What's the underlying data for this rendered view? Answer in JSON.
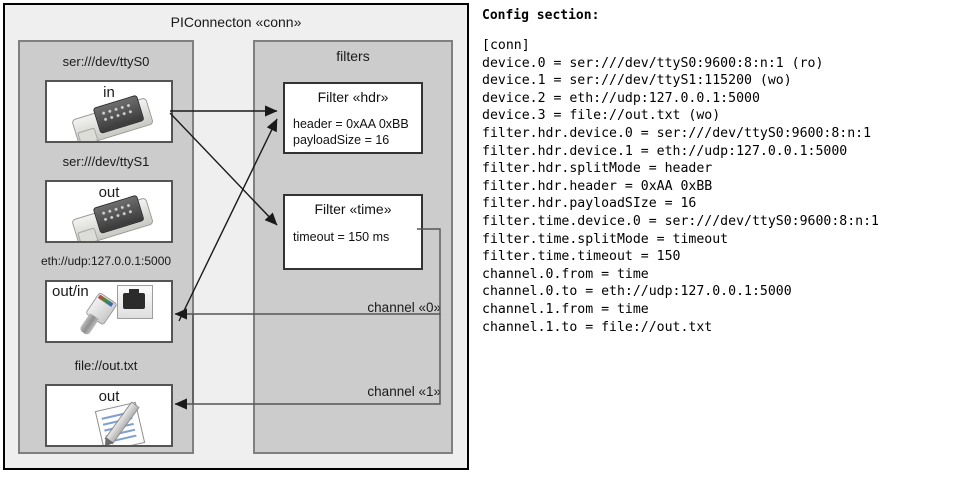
{
  "diagram": {
    "title": "PIConnecton «conn»",
    "devices_panel": {
      "entries": [
        {
          "label": "ser:///dev/ttyS0",
          "box_text": "in",
          "icon": "serial-port-icon"
        },
        {
          "label": "ser:///dev/ttyS1",
          "box_text": "out",
          "icon": "serial-port-icon"
        },
        {
          "label": "eth://udp:127.0.0.1:5000",
          "box_text": "out/in",
          "icon": "ethernet-plug-icon"
        },
        {
          "label": "file://out.txt",
          "box_text": "out",
          "icon": "text-file-icon"
        }
      ]
    },
    "filters_panel": {
      "title": "filters",
      "filters": [
        {
          "title": "Filter «hdr»",
          "props": [
            "header = 0xAA 0xBB",
            "payloadSize = 16"
          ]
        },
        {
          "title": "Filter «time»",
          "props": [
            "timeout = 150 ms"
          ]
        }
      ],
      "channels": [
        {
          "label": "channel «0»"
        },
        {
          "label": "channel «1»"
        }
      ]
    },
    "colors": {
      "outer_fill": "#efefef",
      "outer_border": "#000000",
      "panel_fill": "#cccccc",
      "panel_border": "#808080",
      "box_fill": "#ffffff",
      "box_border": "#555555",
      "wire": "#1a1a1a"
    }
  },
  "config": {
    "heading": "Config section:",
    "lines": [
      "[conn]",
      "device.0 = ser:///dev/ttyS0:9600:8:n:1 (ro)",
      "device.1 = ser:///dev/ttyS1:115200 (wo)",
      "device.2 = eth://udp:127.0.0.1:5000",
      "device.3 = file://out.txt (wo)",
      "filter.hdr.device.0 = ser:///dev/ttyS0:9600:8:n:1",
      "filter.hdr.device.1 = eth://udp:127.0.0.1:5000",
      "filter.hdr.splitMode = header",
      "filter.hdr.header = 0xAA 0xBB",
      "filter.hdr.payloadSIze = 16",
      "filter.time.device.0 = ser:///dev/ttyS0:9600:8:n:1",
      "filter.time.splitMode = timeout",
      "filter.time.timeout = 150",
      "channel.0.from = time",
      "channel.0.to = eth://udp:127.0.0.1:5000",
      "channel.1.from = time",
      "channel.1.to = file://out.txt"
    ]
  }
}
